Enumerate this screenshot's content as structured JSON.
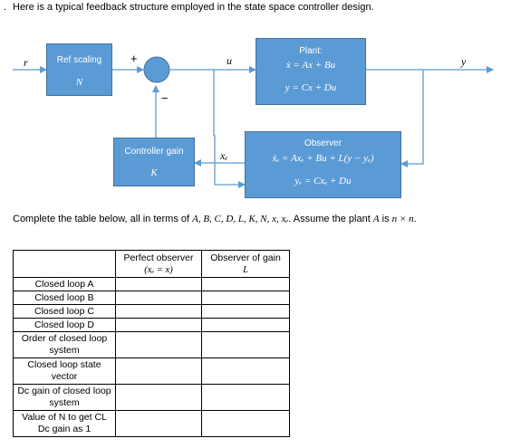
{
  "intro_text": "Here is a typical feedback structure employed in the state space controller design.",
  "diagram": {
    "signal_r": "r",
    "signal_u": "u",
    "signal_y": "y",
    "signal_xe": "xₑ",
    "plus_sign": "+",
    "minus_sign": "−",
    "ref_box": {
      "title": "Ref scaling",
      "symbol": "N"
    },
    "plant_box": {
      "title": "Plant:",
      "eq1": "ẋ = Ax + Bu",
      "eq2": "y = Cx + Du"
    },
    "observer_box": {
      "title": "Observer",
      "eq1": "ẋₑ = Axₑ + Bu + L(y − yₑ)",
      "eq2": "yₑ = Cxₑ + Du"
    },
    "controller_box": {
      "title": "Controller gain",
      "symbol": "K"
    },
    "colors": {
      "box_fill": "#5b9bd5",
      "box_border": "#41719c",
      "arrow": "#5b9bd5"
    }
  },
  "prompt": {
    "lead": "Complete the table below, all in terms of ",
    "vars": "A, B, C, D, L, K, N, x, xₑ",
    "mid": ". Assume the plant ",
    "plant": "A",
    "is": " is ",
    "dims": "n × n",
    "end": "."
  },
  "table": {
    "col1_header": "Perfect observer",
    "col1_sub": "(xₑ = x)",
    "col2_header": "Observer of gain",
    "col2_sub": "L",
    "rows": [
      "Closed loop A",
      "Closed loop B",
      "Closed loop C",
      "Closed loop D",
      "Order of closed loop system",
      "Closed loop state vector",
      "Dc gain of closed loop system",
      "Value of N to get CL Dc gain as 1"
    ]
  }
}
